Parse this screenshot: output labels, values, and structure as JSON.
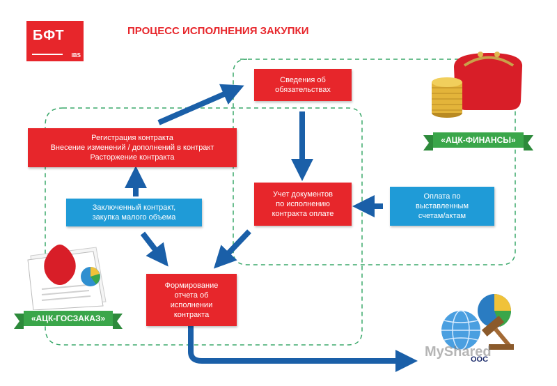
{
  "title": "ПРОЦЕСС ИСПОЛНЕНИЯ ЗАКУПКИ",
  "logo": {
    "text": "БФТ",
    "sub": "IBS"
  },
  "boxes": {
    "obligations": "Сведения об обязательствах",
    "registration": "Регистрация контракта\nВнесение изменений / дополнений в контракт\nРасторжение контракта",
    "concluded": "Заключенный контракт,\nзакупка малого объема",
    "accounting": "Учет документов\nпо исполнению\nконтракта оплате",
    "payment": "Оплата по\nвыставленным\nсчетам/актам",
    "report": "Формирование\nотчета об\nисполнении\nконтракта"
  },
  "ribbons": {
    "finance": "«АЦК-ФИНАНСЫ»",
    "goszakaz": "«АЦК-ГОСЗАКАЗ»"
  },
  "oos": "ООС",
  "watermark": "MyShared",
  "colors": {
    "red": "#e7262b",
    "blue": "#1f9bd7",
    "arrow": "#1a5fa8",
    "green": "#3aa64a",
    "dash": "#3aa86a"
  }
}
